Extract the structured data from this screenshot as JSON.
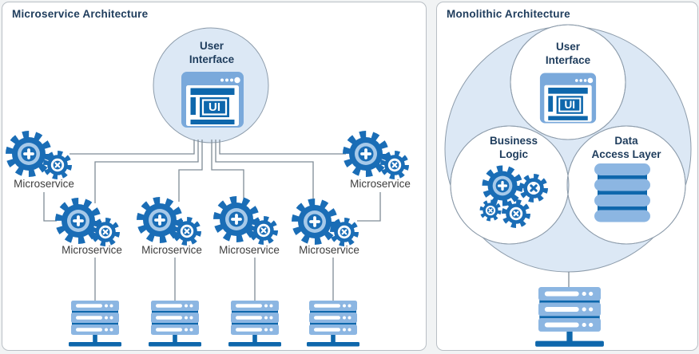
{
  "left_panel": {
    "title": "Microservice Architecture",
    "user_interface_line1": "User",
    "user_interface_line2": "Interface",
    "ui_badge": "UI",
    "microservices": [
      "Microservice",
      "Microservice",
      "Microservice",
      "Microservice",
      "Microservice",
      "Microservice"
    ]
  },
  "right_panel": {
    "title": "Monolithic Architecture",
    "user_interface_line1": "User",
    "user_interface_line2": "Interface",
    "ui_badge": "UI",
    "business_logic_line1": "Business",
    "business_logic_line2": "Logic",
    "data_access_line1": "Data",
    "data_access_line2": "Access Layer"
  },
  "colors": {
    "gear_blue": "#1a6db6",
    "dark_blue": "#0e67ac",
    "light_blue_fill": "#dce8f5",
    "icon_light_blue": "#8cb6e2",
    "browser_frame_blue": "#7aa9db",
    "connector_gray": "#7f8c96",
    "heading_navy": "#1e3c5c",
    "label_gray": "#3d3d3d"
  }
}
